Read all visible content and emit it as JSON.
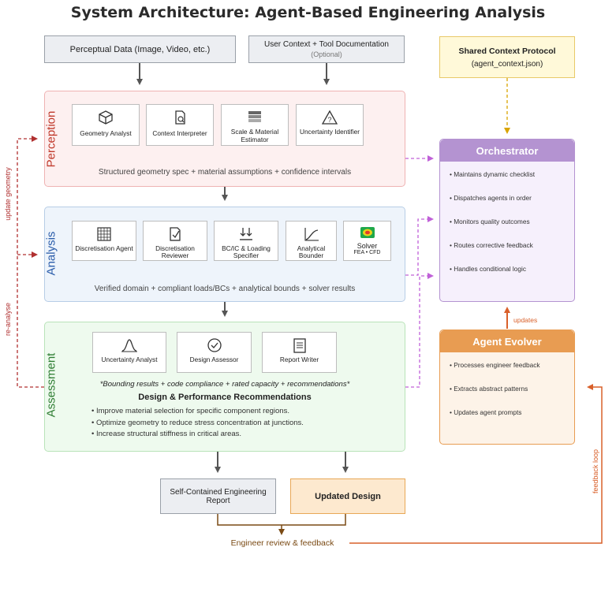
{
  "title": "System Architecture: Agent-Based Engineering Analysis",
  "inputs": {
    "perceptual": "Perceptual Data (Image, Video, etc.)",
    "user_context": "User Context + Tool Documentation",
    "optional": "(Optional)"
  },
  "protocol": {
    "title": "Shared Context Protocol",
    "file": "(agent_context.json)"
  },
  "perception": {
    "label": "Perception",
    "agents": [
      {
        "name": "Geometry Analyst",
        "icon": "cube-icon"
      },
      {
        "name": "Context Interpreter",
        "icon": "document-search-icon"
      },
      {
        "name": "Scale & Material Estimator",
        "icon": "layers-icon"
      },
      {
        "name": "Uncertainty Identifier",
        "icon": "warning-icon"
      }
    ],
    "summary": "Structured geometry spec + material assumptions + confidence intervals"
  },
  "analysis": {
    "label": "Analysis",
    "agents": [
      {
        "name": "Discretisation Agent",
        "icon": "grid-icon"
      },
      {
        "name": "Discretisation Reviewer",
        "icon": "checklist-icon"
      },
      {
        "name": "BC/IC & Loading Specifier",
        "icon": "load-arrows-icon"
      },
      {
        "name": "Analytical Bounder",
        "icon": "curve-icon"
      },
      {
        "name": "Solver",
        "sub": "FEA • CFD",
        "icon": "heatmap-icon"
      }
    ],
    "summary": "Verified domain + compliant loads/BCs + analytical bounds + solver results"
  },
  "assessment": {
    "label": "Assessment",
    "agents": [
      {
        "name": "Uncertainty Analyst",
        "icon": "bell-curve-icon"
      },
      {
        "name": "Design Assessor",
        "icon": "check-circle-icon"
      },
      {
        "name": "Report Writer",
        "icon": "report-icon"
      }
    ],
    "summary": "*Bounding results + code compliance + rated capacity + recommendations*",
    "rec_title": "Design & Performance Recommendations",
    "recommendations": [
      "• Improve material selection for specific component regions.",
      "• Optimize geometry to reduce stress concentration at junctions.",
      "• Increase structural stiffness in critical areas."
    ]
  },
  "orchestrator": {
    "title": "Orchestrator",
    "items": [
      "• Maintains dynamic checklist",
      "• Dispatches agents in order",
      "• Monitors quality outcomes",
      "• Routes corrective feedback",
      "• Handles conditional logic"
    ]
  },
  "evolver": {
    "title": "Agent Evolver",
    "items": [
      "• Processes engineer feedback",
      "• Extracts abstract patterns",
      "• Updates agent prompts"
    ]
  },
  "outputs": {
    "report": "Self-Contained Engineering Report",
    "design": "Updated Design",
    "review": "Engineer review & feedback"
  },
  "edges": {
    "update_geometry": "update geometry",
    "re_analyse": "re-analyse",
    "updates": "updates",
    "feedback_loop": "feedback loop"
  },
  "colors": {
    "perception_fill": "#fdf0f0",
    "perception_border": "#efb3b3",
    "perception_text": "#c0392b",
    "analysis_fill": "#eef4fb",
    "analysis_border": "#b7cde6",
    "analysis_text": "#2a5caa",
    "assessment_fill": "#eefaee",
    "assessment_border": "#b9e3b9",
    "assessment_text": "#2e7d32",
    "orchestrator_head": "#b493d1",
    "orchestrator_fill": "#f6f0fc",
    "evolver_head": "#e89c52",
    "evolver_fill": "#fdf3e8",
    "protocol_fill": "#fff9d9",
    "protocol_border": "#e8c968",
    "feedback_red": "#b03030",
    "feedback_orange": "#d9602a",
    "review_brown": "#7a4a14",
    "dashed_purple": "#c061d8",
    "dashed_gold": "#d9a400"
  }
}
